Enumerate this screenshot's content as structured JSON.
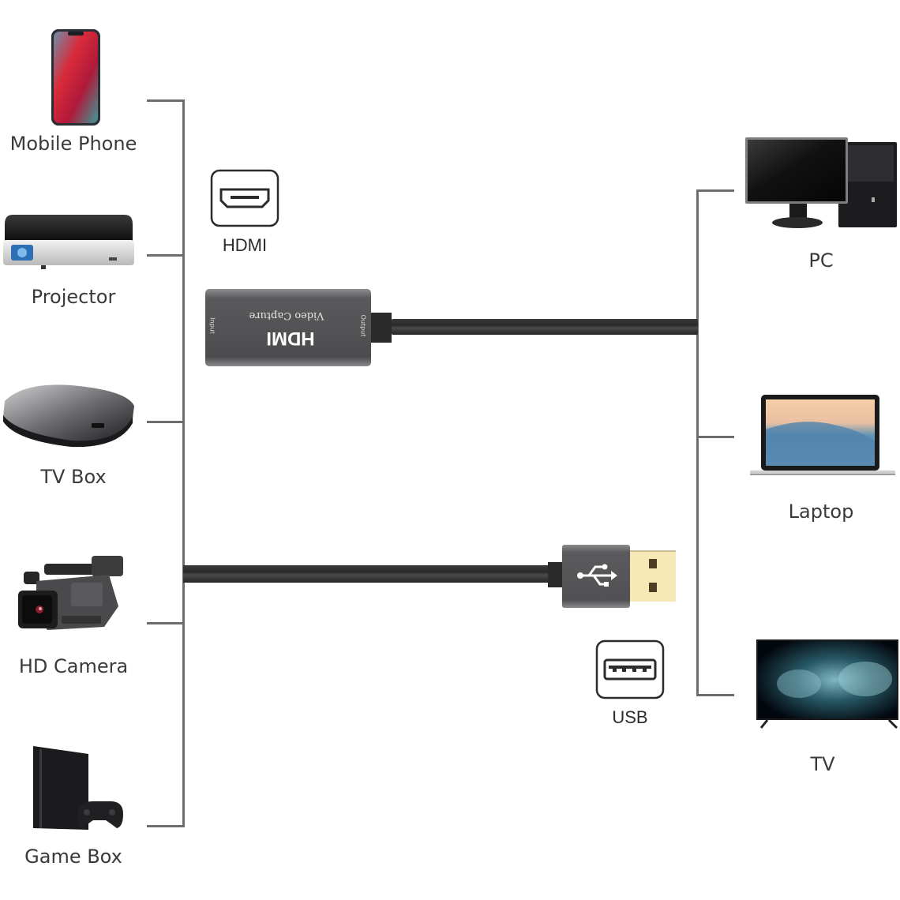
{
  "diagram": {
    "title": "HDMI Video Capture connection diagram",
    "colors": {
      "connector_line": "#6d6d6d",
      "cable": "#2e2e2e",
      "housing": "#555557",
      "usb_gold": "#f6e9b5",
      "background": "#ffffff"
    },
    "sources": [
      {
        "label": "Mobile Phone",
        "icon": "smartphone-icon"
      },
      {
        "label": "Projector",
        "icon": "projector-icon"
      },
      {
        "label": "TV Box",
        "icon": "tv-box-icon"
      },
      {
        "label": "HD Camera",
        "icon": "camcorder-icon"
      },
      {
        "label": "Game Box",
        "icon": "game-console-icon"
      }
    ],
    "destinations": [
      {
        "label": "PC",
        "icon": "desktop-pc-icon"
      },
      {
        "label": "Laptop",
        "icon": "laptop-icon"
      },
      {
        "label": "TV",
        "icon": "television-icon"
      }
    ],
    "ports": {
      "hdmi": {
        "label": "HDMI",
        "icon": "hdmi-port-icon"
      },
      "usb": {
        "label": "USB",
        "icon": "usb-port-icon"
      }
    },
    "device": {
      "brand_text": "HDMI",
      "subtitle_text": "Video Capture",
      "input_text": "Input",
      "output_text": "Output"
    }
  }
}
